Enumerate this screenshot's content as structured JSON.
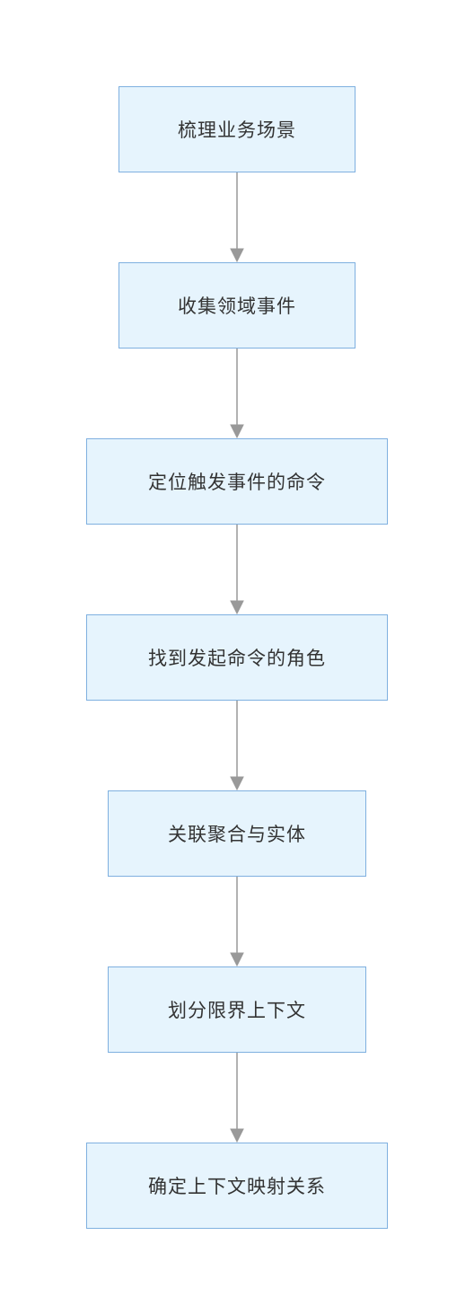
{
  "nodes": [
    {
      "label": "梳理业务场景"
    },
    {
      "label": "收集领域事件"
    },
    {
      "label": "定位触发事件的命令"
    },
    {
      "label": "找到发起命令的角色"
    },
    {
      "label": "关联聚合与实体"
    },
    {
      "label": "划分限界上下文"
    },
    {
      "label": "确定上下文映射关系"
    }
  ],
  "edges": [
    {
      "from": 0,
      "to": 1
    },
    {
      "from": 1,
      "to": 2
    },
    {
      "from": 2,
      "to": 3
    },
    {
      "from": 3,
      "to": 4
    },
    {
      "from": 4,
      "to": 5
    },
    {
      "from": 5,
      "to": 6
    }
  ],
  "colors": {
    "node_fill": "#e6f4fd",
    "node_border": "#7fb0e0",
    "edge": "#999999",
    "text": "#333333"
  }
}
